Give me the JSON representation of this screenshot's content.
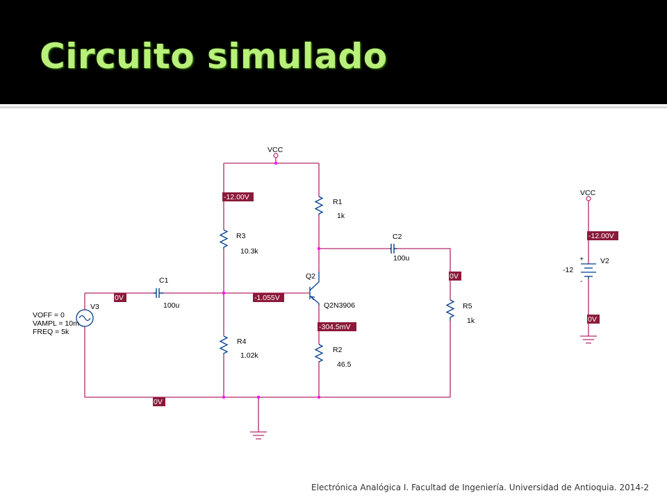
{
  "slide": {
    "title": "Circuito simulado",
    "footer": "Electrónica Analógica I.  Facultad de Ingeniería. Universidad de Antioquia.  2014-2"
  },
  "schematic": {
    "vcc_main": "VCC",
    "vcc_right": "VCC",
    "r1": {
      "name": "R1",
      "value": "1k"
    },
    "r2": {
      "name": "R2",
      "value": "46.5"
    },
    "r3": {
      "name": "R3",
      "value": "10.3k"
    },
    "r4": {
      "name": "R4",
      "value": "1.02k"
    },
    "r5": {
      "name": "R5",
      "value": "1k"
    },
    "c1": {
      "name": "C1",
      "value": "100u"
    },
    "c2": {
      "name": "C2",
      "value": "100u"
    },
    "q2": {
      "name": "Q2",
      "model": "Q2N3906"
    },
    "v3": {
      "name": "V3",
      "voff": "VOFF = 0",
      "vampl": "VAMPL = 10m",
      "freq": "FREQ = 5k"
    },
    "v2": {
      "name": "V2",
      "value": "-12",
      "plus": "+",
      "minus": "-"
    },
    "voltages": {
      "top_left": "-12.00V",
      "right_vcc": "-12.00V",
      "input": "0V",
      "base": "-1.055V",
      "emitter": "-304.5mV",
      "output": "0V",
      "ground": "0V",
      "right_ground": "0V"
    }
  },
  "colors": {
    "wire": "#b3276c",
    "node": "#ff00ff",
    "flag_bg": "#8b1a3a",
    "title_text": "#b9f07a",
    "title_bar": "#000000"
  }
}
